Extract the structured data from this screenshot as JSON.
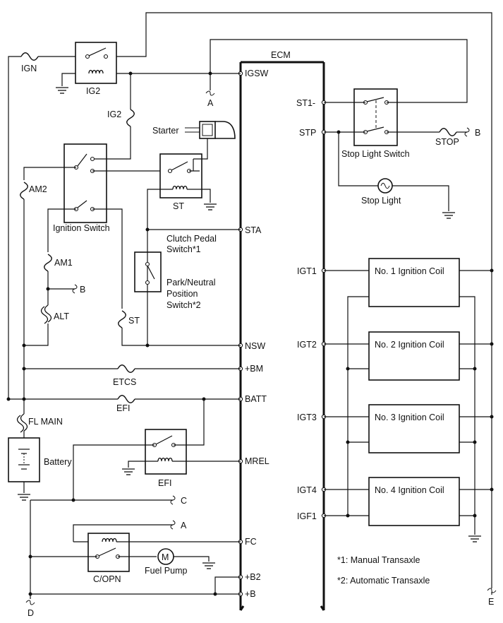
{
  "ecm": {
    "title": "ECM",
    "pins_left": [
      "IGSW",
      "STA",
      "NSW",
      "+BM",
      "BATT",
      "MREL",
      "FC",
      "+B2",
      "+B"
    ],
    "pins_right": [
      "ST1-",
      "STP",
      "IGT1",
      "IGT2",
      "IGT3",
      "IGT4",
      "IGF1"
    ]
  },
  "fuses": {
    "ign": "IGN",
    "ig2": "IG2",
    "am2": "AM2",
    "am1": "AM1",
    "alt": "ALT",
    "st": "ST",
    "etcs": "ETCS",
    "efi": "EFI",
    "fl_main": "FL MAIN",
    "stop": "STOP"
  },
  "relays": {
    "ig2": "IG2",
    "st": "ST",
    "efi": "EFI",
    "copn": "C/OPN"
  },
  "components": {
    "starter": "Starter",
    "ignition_switch": "Ignition Switch",
    "clutch_line1": "Clutch Pedal",
    "clutch_line2": "Switch*1",
    "park_line1": "Park/Neutral",
    "park_line2": "Position",
    "park_line3": "Switch*2",
    "battery": "Battery",
    "fuel_pump": "Fuel Pump",
    "fuel_pump_symbol": "M",
    "stop_light_switch": "Stop Light Switch",
    "stop_light": "Stop Light",
    "coils": [
      "No. 1 Ignition Coil",
      "No. 2 Ignition Coil",
      "No. 3 Ignition Coil",
      "No. 4 Ignition Coil"
    ]
  },
  "connectors": {
    "a_top": "A",
    "b_stop": "B",
    "b_am1": "B",
    "c": "C",
    "a_fc": "A",
    "d": "D",
    "e": "E"
  },
  "notes": [
    "*1: Manual Transaxle",
    "*2: Automatic Transaxle"
  ]
}
